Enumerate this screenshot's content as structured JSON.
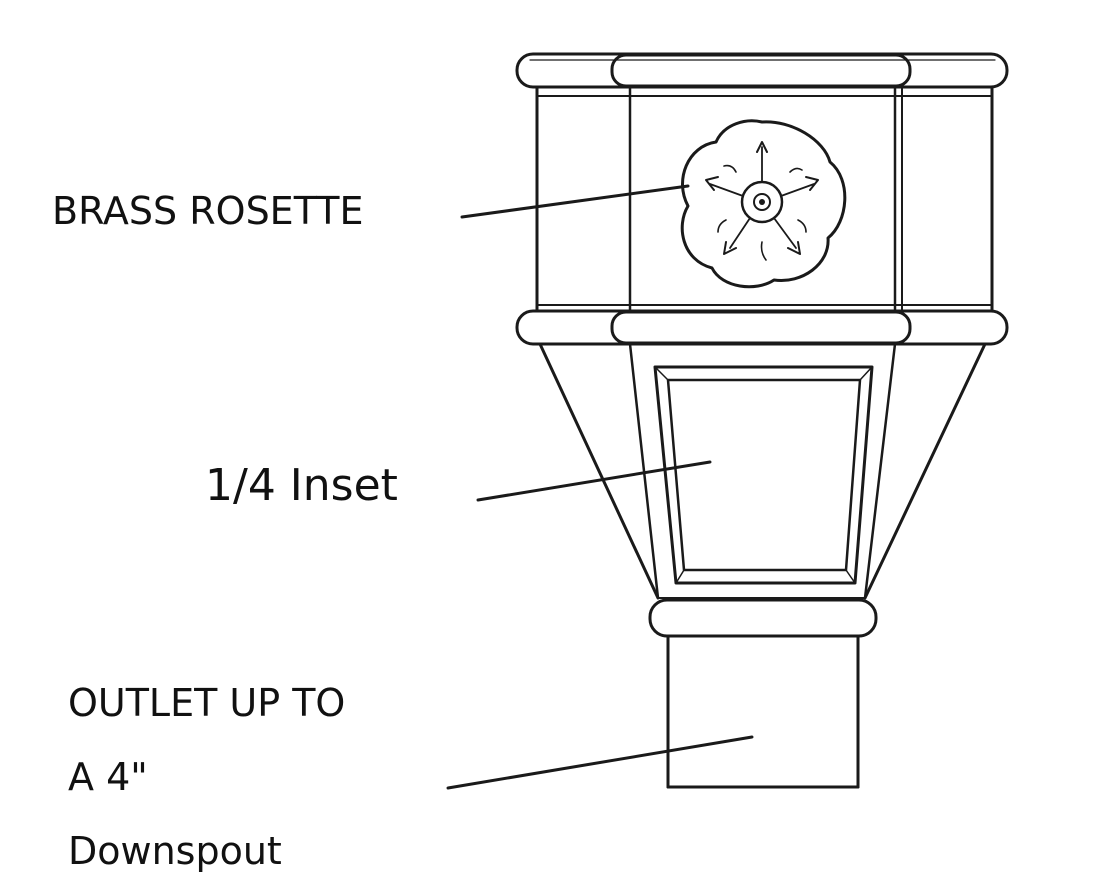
{
  "labels": {
    "rosette": "BRASS ROSETTE",
    "inset": "1/4 Inset",
    "outlet_line1": "OUTLET UP TO",
    "outlet_line2": "A 4\"",
    "outlet_line3": "Downspout"
  },
  "colors": {
    "line": "#1a1a1a",
    "background": "#ffffff"
  }
}
